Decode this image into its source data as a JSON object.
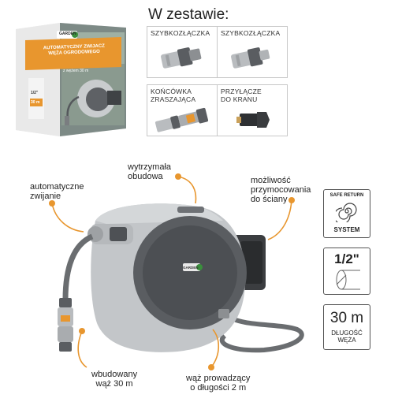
{
  "kit": {
    "title": "W zestawie:",
    "items": [
      {
        "label": "SZYBKOZŁĄCZKA"
      },
      {
        "label": "SZYBKOZŁĄCZKA"
      },
      {
        "label_line1": "KOŃCÓWKA",
        "label_line2": "ZRASZAJĄCA"
      },
      {
        "label_line1": "PRZYŁĄCZE",
        "label_line2": "DO KRANU"
      }
    ]
  },
  "box": {
    "brand": "GARDEN",
    "title_line1": "AUTOMATYCZNY ZWIJACZ",
    "title_line2": "WĘŻA OGRODOWEGO",
    "subtitle": "z wężem 30 m",
    "spec_inch": "1/2\"",
    "spec_length": "30 m"
  },
  "features": {
    "auto_rewind_line1": "automatyczne",
    "auto_rewind_line2": "zwijanie",
    "housing_line1": "wytrzymała",
    "housing_line2": "obudowa",
    "mount_line1": "możliwość",
    "mount_line2": "przymocowania",
    "mount_line3": "do ściany",
    "builtin_line1": "wbudowany",
    "builtin_line2": "wąż 30 m",
    "lead_line1": "wąż prowadzący",
    "lead_line2": "o długości 2 m"
  },
  "badges": {
    "safe_return_line1": "SAFE RETURN",
    "safe_return_line2": "SYSTEM",
    "inch": "1/2\"",
    "length_value": "30 m",
    "length_line1": "DŁUGOŚĆ",
    "length_line2": "WĘŻA"
  },
  "colors": {
    "accent": "#e8962e",
    "reel_gray": "#bfc2c5",
    "reel_dark": "#55585c",
    "hose": "#6a6d70"
  }
}
